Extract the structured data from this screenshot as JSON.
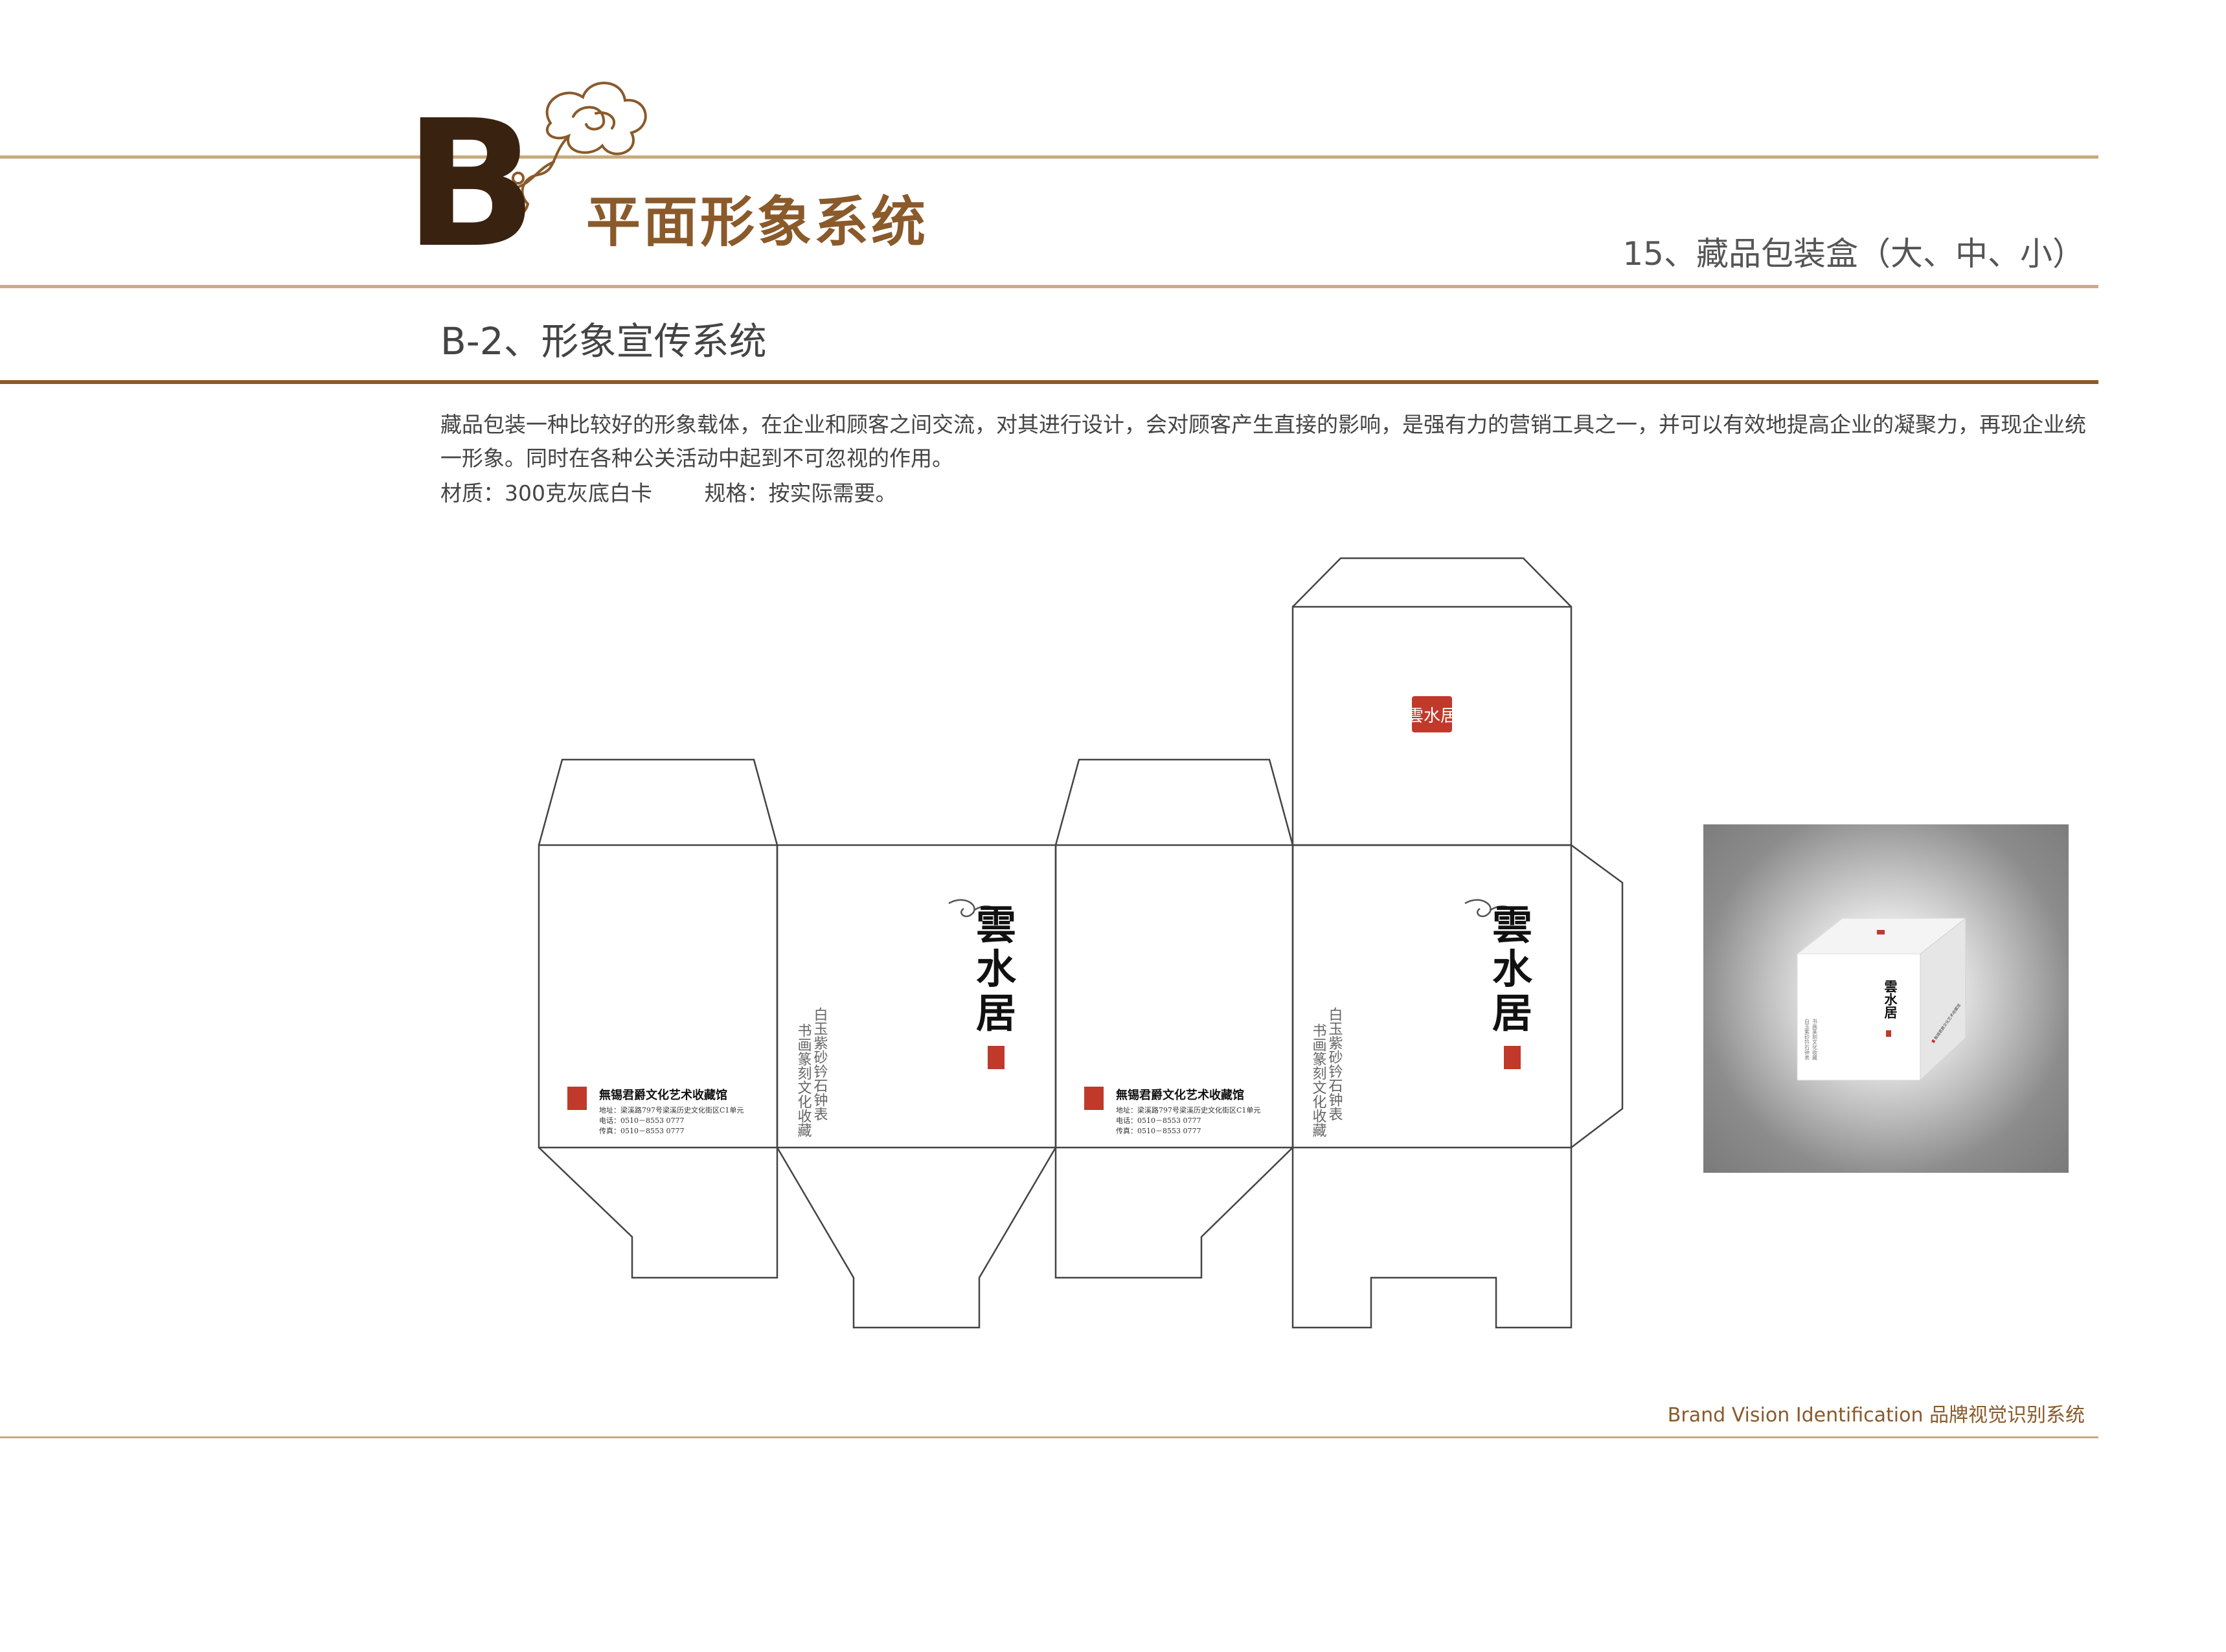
{
  "header": {
    "letter": "B",
    "system_title": "平面形象系统",
    "section_number": "15、藏品包装盒（大、中、小）"
  },
  "subheader": {
    "title": "B-2、形象宣传系统"
  },
  "body": {
    "paragraph": "藏品包装一种比较好的形象载体，在企业和顾客之间交流，对其进行设计，会对顾客产生直接的影响，是强有力的营销工具之一，并可以有效地提高企业的凝聚力，再现企业统一形象。同时在各种公关活动中起到不可忽视的作用。",
    "material": "材质：300克灰底白卡",
    "size_spec": "规格：按实际需要。"
  },
  "dieline": {
    "brand_name": "雲水居",
    "brand_chars": [
      "雲",
      "水",
      "居"
    ],
    "side_text_line1": "白玉紫砂钤石钟表",
    "side_text_line2": "书画篆刻文化收藏",
    "company_name": "無锡君爵文化艺术收藏馆",
    "address": "地址：梁溪路797号梁溪历史文化街区C1单元",
    "phone": "电话：0510－8553 0777",
    "fax": "传真：0510－8553 0777"
  },
  "footer": {
    "text": "Brand Vision Identification 品牌视觉识别系统"
  },
  "colors": {
    "accent_brown": "#8a5a2b",
    "dark_brown": "#3a2210",
    "rule_gold": "#c9ab7d",
    "seal_red": "#c0392b"
  }
}
